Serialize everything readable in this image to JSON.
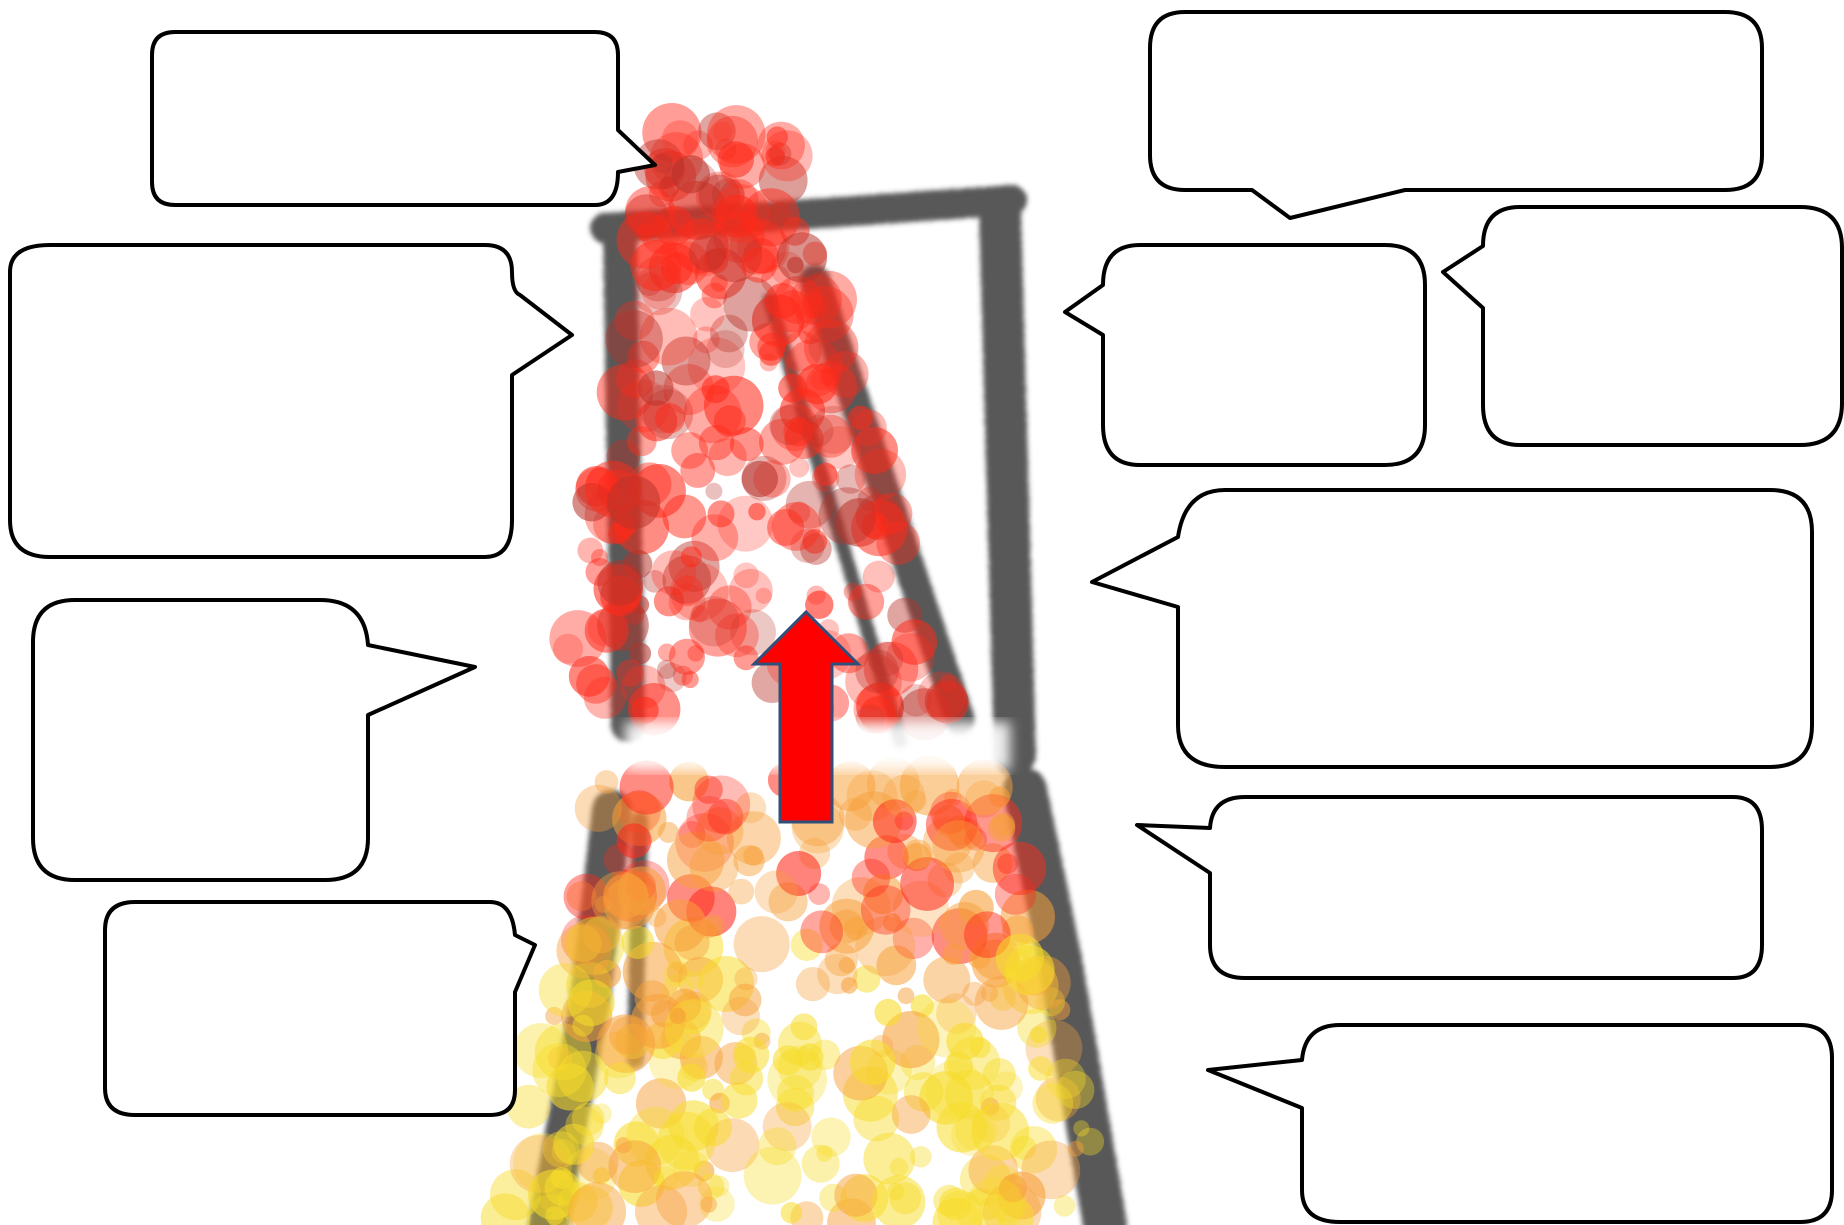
{
  "diagram": {
    "colors": {
      "frame": "#3a3a3a",
      "hot_zone": "#ff2a1a",
      "warm_zone": "#f7a03a",
      "cool_zone": "#f7dc2a",
      "arrow_fill": "#ff0000",
      "arrow_stroke": "#2f4f7a",
      "callout_fill": "#ffffff",
      "callout_stroke": "#000000"
    },
    "callouts": [
      {
        "id": "callout-1",
        "text": ""
      },
      {
        "id": "callout-2",
        "text": ""
      },
      {
        "id": "callout-3",
        "text": ""
      },
      {
        "id": "callout-4",
        "text": ""
      },
      {
        "id": "callout-5",
        "text": ""
      },
      {
        "id": "callout-6",
        "text": ""
      },
      {
        "id": "callout-7",
        "text": ""
      },
      {
        "id": "callout-8",
        "text": ""
      },
      {
        "id": "callout-9",
        "text": ""
      },
      {
        "id": "callout-10",
        "text": ""
      }
    ]
  }
}
